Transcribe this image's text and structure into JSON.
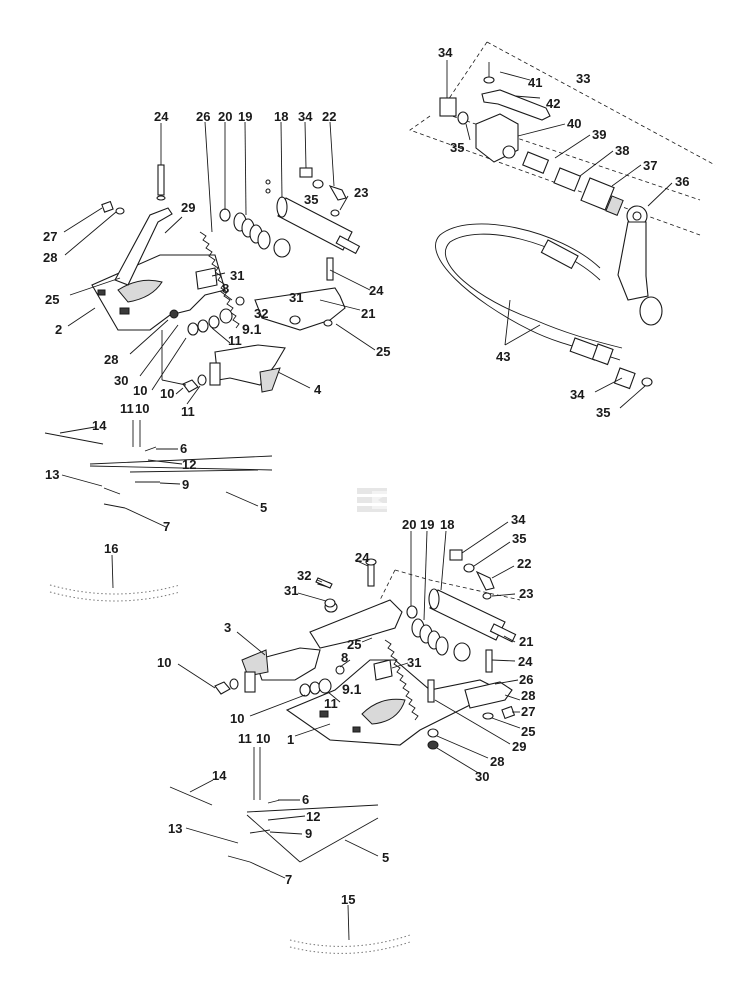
{
  "callouts": {
    "a24": "24",
    "a26": "26",
    "a20": "20",
    "a19": "19",
    "a18": "18",
    "a34": "34",
    "a22": "22",
    "a23": "23",
    "a35": "35",
    "a27": "27",
    "a29": "29",
    "a28": "28",
    "a25": "25",
    "a2": "2",
    "a31": "31",
    "a8": "8",
    "a24b": "24",
    "a31b": "31",
    "a21": "21",
    "a32": "32",
    "a91": "9.1",
    "a28b": "28",
    "a30": "30",
    "a11": "11",
    "a10": "10",
    "a25b": "25",
    "a4": "4",
    "a10b": "10",
    "a11b": "11",
    "a1110": "11",
    "a1010": "10",
    "a14": "14",
    "a6": "6",
    "a12": "12",
    "a9": "9",
    "a13": "13",
    "a5": "5",
    "a7": "7",
    "a16": "16",
    "r34": "34",
    "r41": "41",
    "r33": "33",
    "r42": "42",
    "r40": "40",
    "r35": "35",
    "r39": "39",
    "r38": "38",
    "r37": "37",
    "r36": "36",
    "r43": "43",
    "r34b": "34",
    "r35b": "35",
    "b20": "20",
    "b19": "19",
    "b18": "18",
    "b34": "34",
    "b35": "35",
    "b22": "22",
    "b24": "24",
    "b32": "32",
    "b31": "31",
    "b23": "23",
    "b3": "3",
    "b25": "25",
    "b21": "21",
    "b8": "8",
    "b31b": "31",
    "b10": "10",
    "b91": "9.1",
    "b24b": "24",
    "b26": "26",
    "b10b": "10",
    "b11": "11",
    "b28": "28",
    "b27": "27",
    "b1": "1",
    "b25b": "25",
    "b29": "29",
    "b28b": "28",
    "b30": "30",
    "b11v": "11",
    "b10v": "10",
    "b14": "14",
    "b6": "6",
    "b12": "12",
    "b13": "13",
    "b9": "9",
    "b5": "5",
    "b7": "7",
    "b15": "15"
  }
}
